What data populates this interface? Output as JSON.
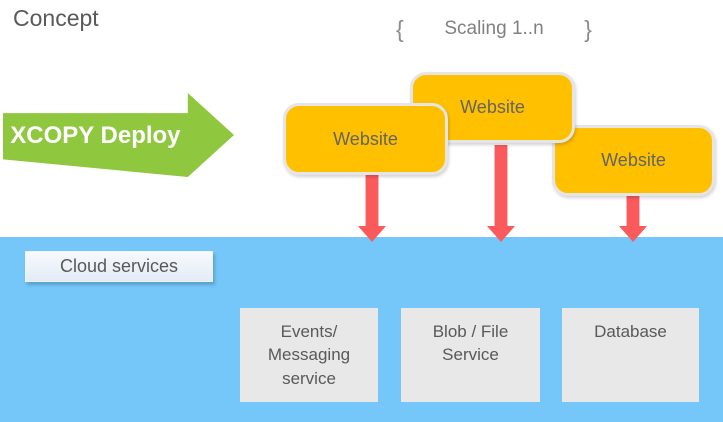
{
  "title": "Concept",
  "scaling": {
    "brace_left": "{",
    "label": "Scaling 1..n",
    "brace_right": "}"
  },
  "deploy_arrow": {
    "label": "XCOPY Deploy"
  },
  "websites": [
    {
      "label": "Website"
    },
    {
      "label": "Website"
    },
    {
      "label": "Website"
    }
  ],
  "cloud": {
    "label": "Cloud services",
    "services": [
      {
        "name": "events-messaging",
        "lines": [
          "Events/",
          "Messaging",
          "service"
        ]
      },
      {
        "name": "blob-file",
        "lines": [
          "Blob / File",
          "Service"
        ]
      },
      {
        "name": "database",
        "lines": [
          "Database"
        ]
      }
    ]
  },
  "colors": {
    "accent-green": "#8fc83f",
    "accent-orange": "#ffc000",
    "accent-red": "#fa5a5c",
    "cloud-blue": "#75c7f9",
    "box-gray": "#e8e8e8",
    "text-gray": "#595959"
  }
}
